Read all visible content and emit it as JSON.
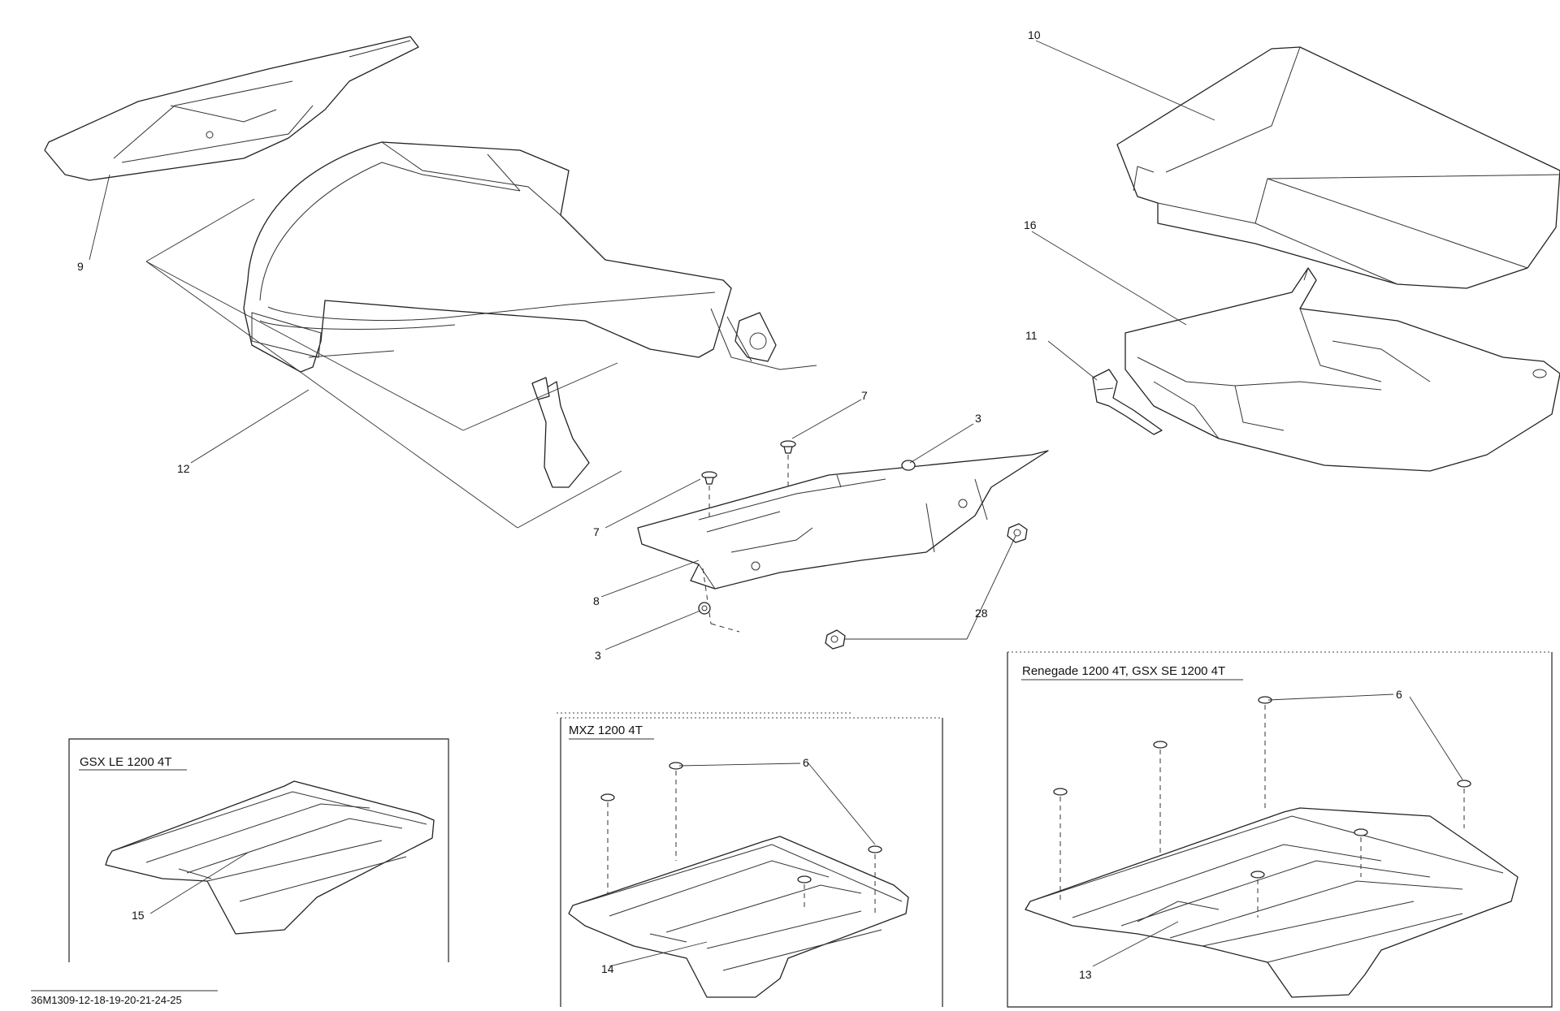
{
  "callouts": {
    "c10": "10",
    "c16": "16",
    "c11": "11",
    "c9": "9",
    "c12": "12",
    "c7a": "7",
    "c7b": "7",
    "c3a": "3",
    "c3b": "3",
    "c8": "8",
    "c28": "28",
    "c6a": "6",
    "c6b": "6",
    "c15": "15",
    "c14": "14",
    "c13": "13"
  },
  "variant_boxes": {
    "gsx_le": "GSX LE 1200 4T",
    "mxz": "MXZ 1200 4T",
    "renegade": "Renegade 1200 4T, GSX SE 1200 4T"
  },
  "document_id": "36M1309-12-18-19-20-21-24-25"
}
